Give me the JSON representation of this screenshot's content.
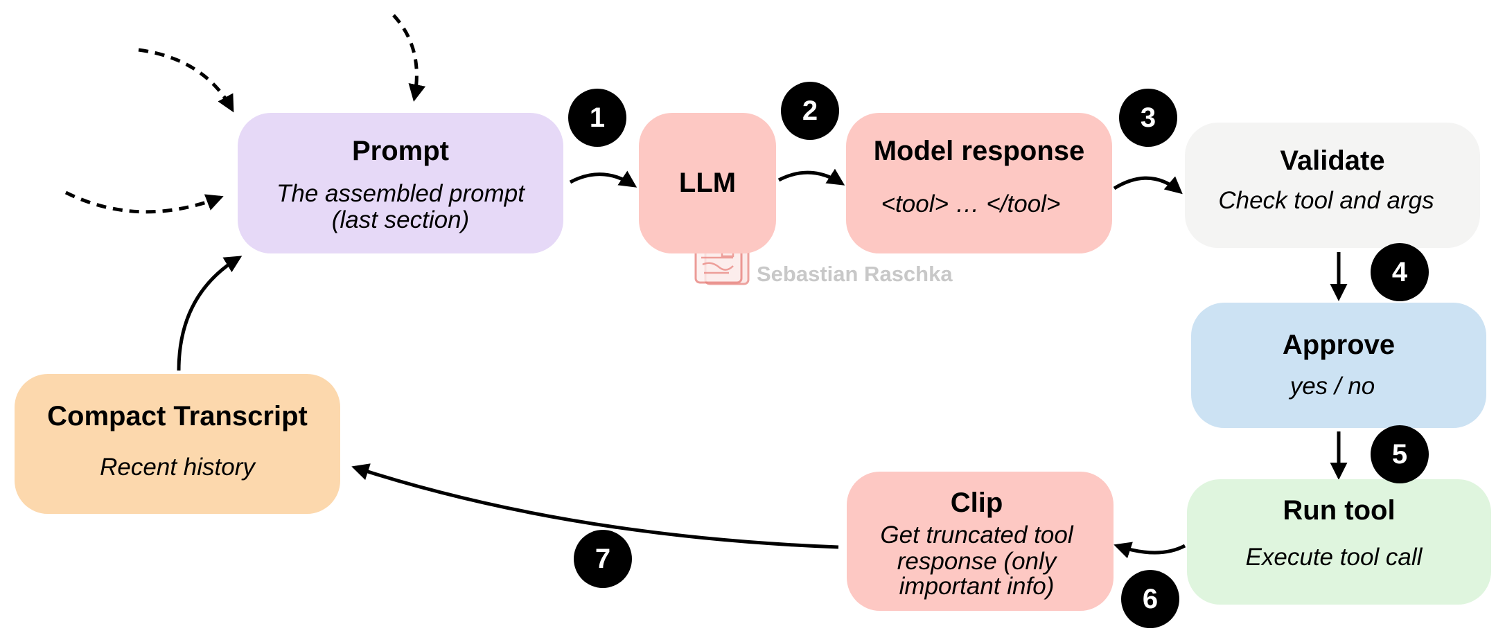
{
  "nodes": {
    "prompt": {
      "title": "Prompt",
      "line1": "The assembled prompt",
      "line2": "(last section)",
      "color": "#e6d9f7"
    },
    "llm": {
      "title": "LLM",
      "color": "#fdc8c3"
    },
    "model_response": {
      "title": "Model response",
      "subtitle": "<tool> … </tool>",
      "color": "#fdc8c3"
    },
    "validate": {
      "title": "Validate",
      "subtitle": "Check tool and args",
      "color": "#f4f4f3"
    },
    "approve": {
      "title": "Approve",
      "subtitle": "yes / no",
      "color": "#cce2f3"
    },
    "run_tool": {
      "title": "Run tool",
      "subtitle": "Execute tool call",
      "color": "#dff5de"
    },
    "clip": {
      "title": "Clip",
      "line1": "Get truncated tool",
      "line2": "response (only",
      "line3": "important info)",
      "color": "#fdc8c3"
    },
    "compact_transcript": {
      "title": "Compact Transcript",
      "subtitle": "Recent history",
      "color": "#fcd8ad"
    }
  },
  "steps": [
    "1",
    "2",
    "3",
    "4",
    "5",
    "6",
    "7"
  ],
  "watermark": {
    "text": "Sebastian Raschka",
    "logo_color": "#e8837e"
  },
  "colors": {
    "arrow": "#000000",
    "badge": "#000000"
  }
}
